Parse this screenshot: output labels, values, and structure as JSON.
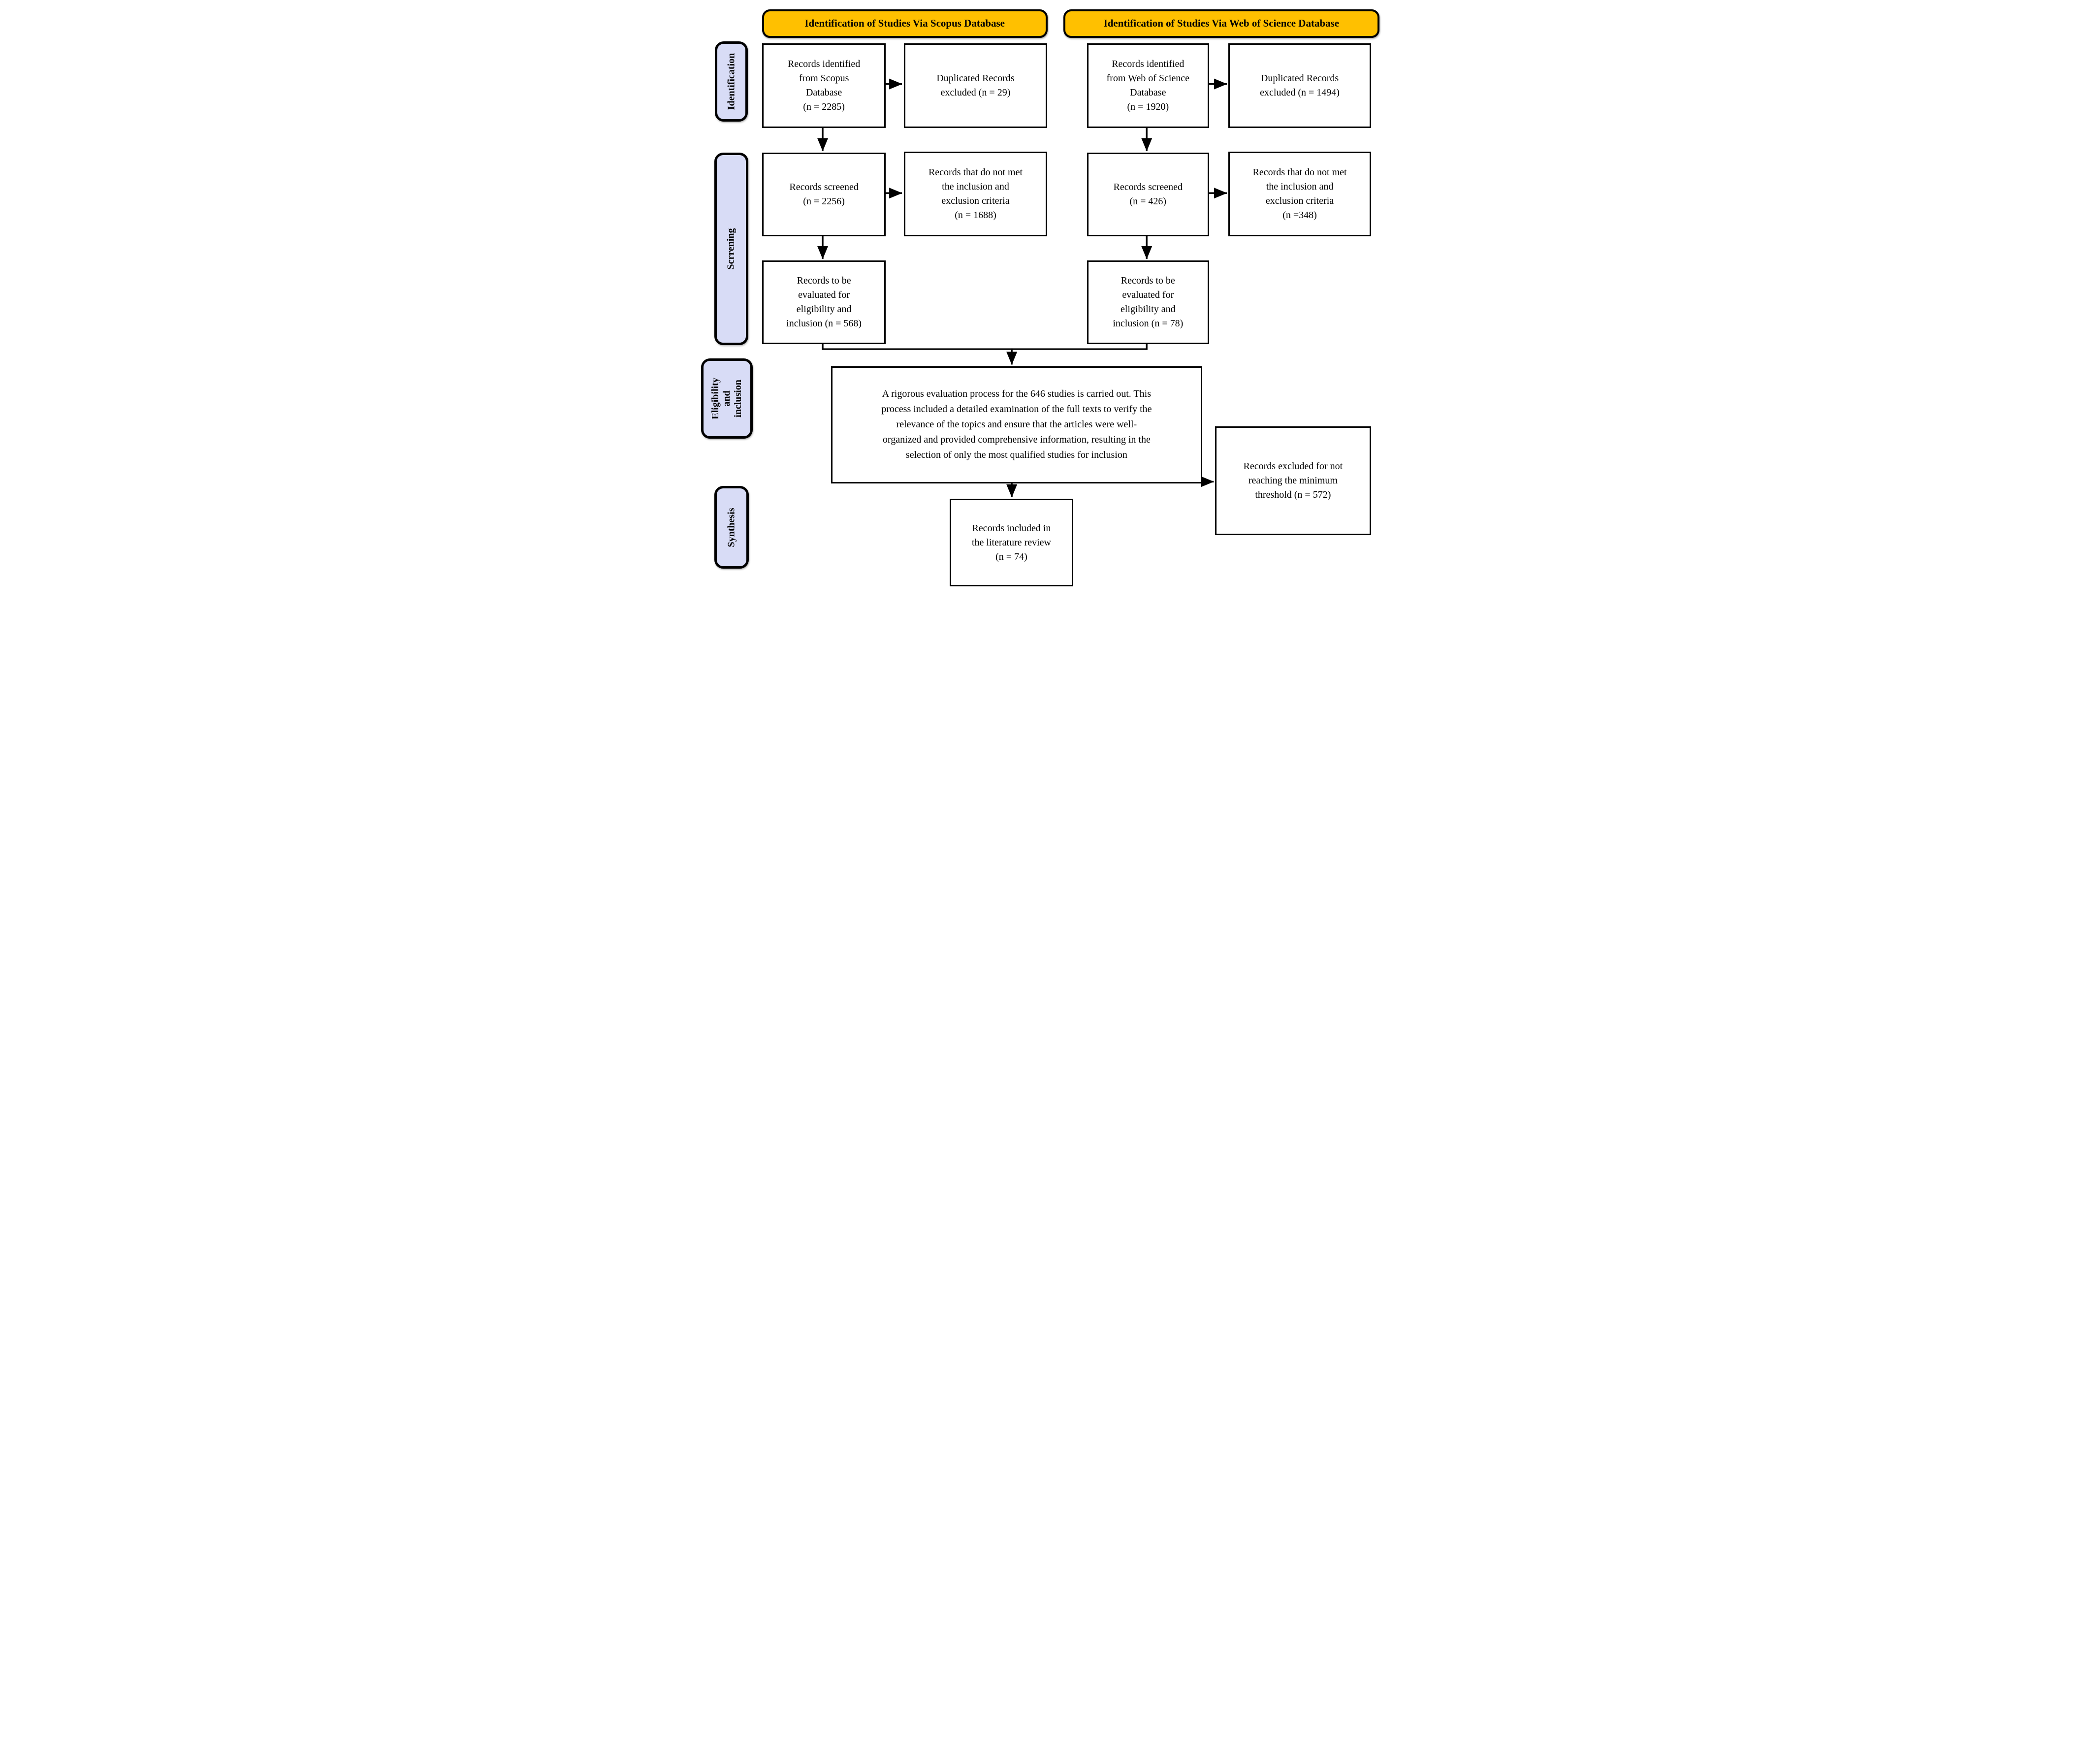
{
  "colors": {
    "header_fill": "#FFC000",
    "stage_fill": "#D8DCF6",
    "box_fill": "#FFFFFF",
    "line_color": "#000000"
  },
  "headers": {
    "scopus": "Identification of Studies Via Scopus Database",
    "wos": "Identification of Studies Via Web of Science Database"
  },
  "stages": {
    "identification": "Identification",
    "screening": "Scrrening",
    "eligibility_lines": [
      "Eligibility and",
      "inclusion"
    ],
    "synthesis": "Synthesis"
  },
  "scopus": {
    "identified_lines": [
      "Records identified",
      "from Scopus",
      "Database",
      "(n = 2285)"
    ],
    "duplicates_lines": [
      "Duplicated Records",
      "excluded (n = 29)"
    ],
    "screened_lines": [
      "Records screened",
      "(n = 2256)"
    ],
    "criteria_lines": [
      "Records that do not met",
      "the inclusion and",
      "exclusion criteria",
      "(n = 1688)"
    ],
    "evaluated_lines": [
      "Records to be",
      "evaluated for",
      "eligibility and",
      "inclusion (n = 568)"
    ]
  },
  "wos": {
    "identified_lines": [
      "Records identified",
      "from Web of Science",
      "Database",
      "(n = 1920)"
    ],
    "duplicates_lines": [
      "Duplicated Records",
      "excluded (n = 1494)"
    ],
    "screened_lines": [
      "Records screened",
      "(n = 426)"
    ],
    "criteria_lines": [
      "Records that do not met",
      "the inclusion and",
      "exclusion criteria",
      "(n =348)"
    ],
    "evaluated_lines": [
      "Records to be",
      "evaluated for",
      "eligibility and",
      "inclusion (n = 78)"
    ]
  },
  "synthesis": {
    "evaluation_lines": [
      "A rigorous evaluation process for the 646 studies is carried out. This",
      "process included a detailed examination of the full texts to verify the",
      "relevance of the topics and ensure that the articles were well-",
      "organized and provided comprehensive information, resulting in the",
      "selection of only the most qualified studies for inclusion"
    ],
    "included_lines": [
      "Records included in",
      "the literature review",
      "(n = 74)"
    ],
    "excluded_lines": [
      "Records excluded for not",
      "reaching the minimum",
      "threshold (n = 572)"
    ]
  }
}
